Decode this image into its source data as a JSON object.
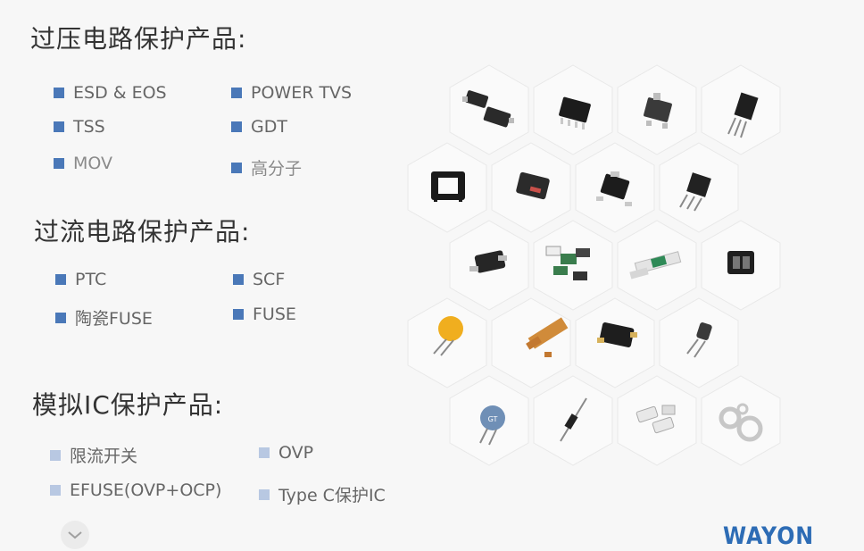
{
  "sections": {
    "overvoltage": {
      "title": "过压电路保护产品:",
      "items": [
        "ESD & EOS",
        "POWER TVS",
        "TSS",
        "GDT",
        "MOV",
        "高分子"
      ]
    },
    "overcurrent": {
      "title": "过流电路保护产品:",
      "items": [
        "PTC",
        "SCF",
        "陶瓷FUSE",
        "FUSE"
      ]
    },
    "analog_ic": {
      "title": "模拟IC保护产品:",
      "items": [
        "限流开关",
        "OVP",
        "EFUSE(OVP+OCP)",
        "Type C保护IC"
      ]
    }
  },
  "colors": {
    "bullet_dark": "#4a78b8",
    "bullet_light": "#b8c8e2",
    "logo_blue": "#2d6cb5"
  },
  "icons": {
    "scroll_down": "chevron-down-icon",
    "logo": "wayon-logo"
  },
  "logo_text": "WAYON"
}
